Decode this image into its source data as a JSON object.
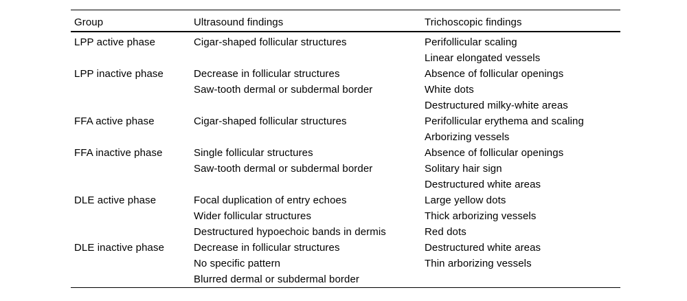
{
  "table": {
    "columns": [
      {
        "key": "group",
        "header": "Group"
      },
      {
        "key": "ultrasound",
        "header": "Ultrasound findings"
      },
      {
        "key": "trichoscopic",
        "header": "Trichoscopic findings"
      }
    ],
    "rows": [
      {
        "group": "LPP active phase",
        "ultrasound": [
          "Cigar-shaped follicular structures"
        ],
        "trichoscopic": [
          "Perifollicular scaling",
          "Linear elongated vessels"
        ]
      },
      {
        "group": "LPP inactive phase",
        "ultrasound": [
          "Decrease in follicular structures",
          "Saw-tooth dermal or subdermal border"
        ],
        "trichoscopic": [
          "Absence of follicular openings",
          "White dots",
          "Destructured milky-white areas"
        ]
      },
      {
        "group": "FFA active phase",
        "ultrasound": [
          "Cigar-shaped follicular structures"
        ],
        "trichoscopic": [
          "Perifollicular erythema and scaling",
          "Arborizing vessels"
        ]
      },
      {
        "group": "FFA inactive phase",
        "ultrasound": [
          "Single follicular structures",
          "Saw-tooth dermal or subdermal border"
        ],
        "trichoscopic": [
          "Absence of follicular openings",
          "Solitary hair sign",
          "Destructured white areas"
        ]
      },
      {
        "group": "DLE active phase",
        "ultrasound": [
          "Focal duplication of entry echoes",
          "Wider follicular structures",
          "Destructured hypoechoic bands in dermis"
        ],
        "trichoscopic": [
          "Large yellow dots",
          "Thick arborizing vessels",
          "Red dots"
        ]
      },
      {
        "group": "DLE inactive phase",
        "ultrasound": [
          "Decrease in follicular structures",
          "No specific pattern",
          "Blurred dermal or subdermal border"
        ],
        "trichoscopic": [
          "Destructured white areas",
          "Thin arborizing vessels"
        ]
      }
    ]
  }
}
